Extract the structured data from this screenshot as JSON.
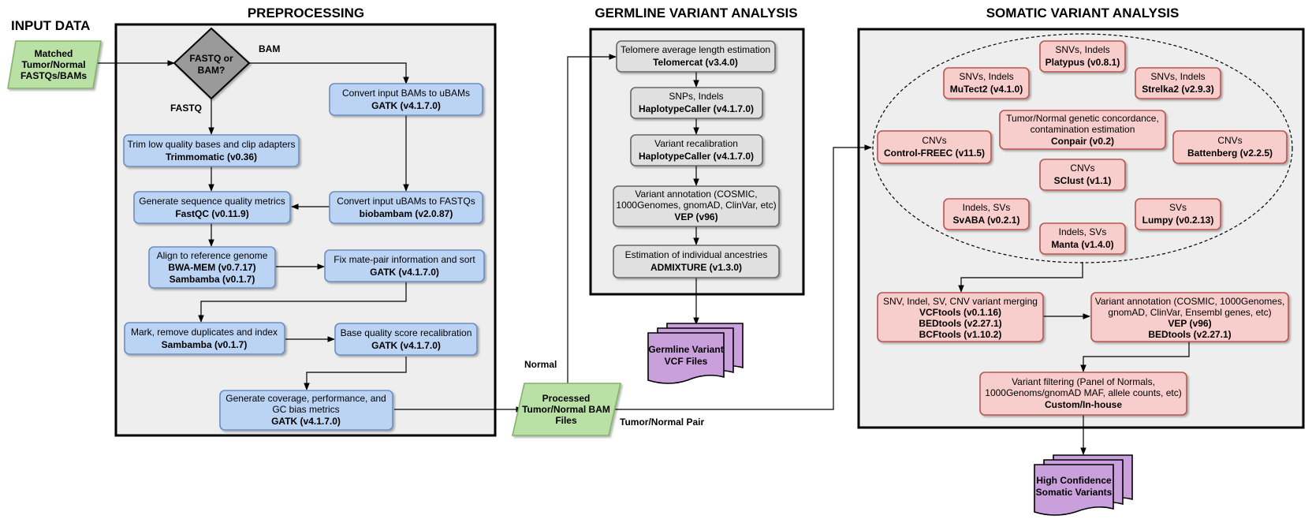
{
  "sections": {
    "input": "INPUT DATA",
    "preprocessing": "PREPROCESSING",
    "germline": "GERMLINE VARIANT ANALYSIS",
    "somatic": "SOMATIC VARIANT ANALYSIS"
  },
  "input_node": {
    "lines": [
      "Matched",
      "Tumor/Normal",
      "FASTQs/BAMs"
    ]
  },
  "decision": {
    "lines": [
      "FASTQ or",
      "BAM?"
    ],
    "bam_label": "BAM",
    "fastq_label": "FASTQ"
  },
  "preprocessing": {
    "convert_ubam": {
      "desc": "Convert input BAMs to uBAMs",
      "tool": "GATK (v4.1.7.0)"
    },
    "trim": {
      "desc": "Trim low quality bases and clip adapters",
      "tool": "Trimmomatic (v0.36)"
    },
    "convert_fastq": {
      "desc": "Convert input uBAMs to FASTQs",
      "tool": "biobambam (v2.0.87)"
    },
    "qc": {
      "desc": "Generate sequence quality metrics",
      "tool": "FastQC (v0.11.9)"
    },
    "align": {
      "desc": "Align to reference genome",
      "tool1": "BWA-MEM (v0.7.17)",
      "tool2": "Sambamba (v0.1.7)"
    },
    "matepair": {
      "desc": "Fix mate-pair information and sort",
      "tool": "GATK (v4.1.7.0)"
    },
    "markdup": {
      "desc": "Mark, remove duplicates and index",
      "tool": "Sambamba (v0.1.7)"
    },
    "bqsr": {
      "desc": "Base quality score recalibration",
      "tool": "GATK (v4.1.7.0)"
    },
    "coverage": {
      "desc1": "Generate coverage, performance, and",
      "desc2": "GC bias metrics",
      "tool": "GATK (v4.1.7.0)"
    }
  },
  "processed_node": {
    "lines": [
      "Processed",
      "Tumor/Normal BAM",
      "Files"
    ],
    "normal_label": "Normal",
    "pair_label": "Tumor/Normal Pair"
  },
  "germline": {
    "telomere": {
      "desc": "Telomere average length estimation",
      "tool": "Telomercat (v3.4.0)"
    },
    "haplotype": {
      "desc": "SNPs, Indels",
      "tool": "HaplotypeCaller (v4.1.7.0)"
    },
    "recal": {
      "desc": "Variant recalibration",
      "tool": "HaplotypeCaller (v4.1.7.0)"
    },
    "annot": {
      "desc1": "Variant annotation (COSMIC,",
      "desc2": "1000Genomes, gnomAD, ClinVar, etc)",
      "tool": "VEP (v96)"
    },
    "ancestry": {
      "desc": "Estimation of individual ancestries",
      "tool": "ADMIXTURE (v1.3.0)"
    },
    "output": {
      "lines": [
        "Germline Variant",
        "VCF Files"
      ]
    }
  },
  "somatic": {
    "platypus": {
      "desc": "SNVs, Indels",
      "tool": "Platypus (v0.8.1)"
    },
    "mutect": {
      "desc": "SNVs, Indels",
      "tool": "MuTect2 (v4.1.0)"
    },
    "strelka": {
      "desc": "SNVs, Indels",
      "tool": "Strelka2 (v2.9.3)"
    },
    "conpair": {
      "desc1": "Tumor/Normal genetic concordance,",
      "desc2": "contamination estimation",
      "tool": "Conpair (v0.2)"
    },
    "freec": {
      "desc": "CNVs",
      "tool": "Control-FREEC (v11.5)"
    },
    "battenberg": {
      "desc": "CNVs",
      "tool": "Battenberg (v2.2.5)"
    },
    "sclust": {
      "desc": "CNVs",
      "tool": "SClust (v1.1)"
    },
    "svaba": {
      "desc": "Indels, SVs",
      "tool": "SvABA (v0.2.1)"
    },
    "lumpy": {
      "desc": "SVs",
      "tool": "Lumpy (v0.2.13)"
    },
    "manta": {
      "desc": "Indels, SVs",
      "tool": "Manta (v1.4.0)"
    },
    "merge": {
      "desc": "SNV, Indel, SV, CNV variant merging",
      "tool1": "VCFtools (v0.1.16)",
      "tool2": "BEDtools (v2.27.1)",
      "tool3": "BCFtools (v1.10.2)"
    },
    "annot": {
      "desc1": "Variant annotation (COSMIC, 1000Genomes,",
      "desc2": "gnomAD, ClinVar, Ensembl genes, etc)",
      "tool1": "VEP (v96)",
      "tool2": "BEDtools (v2.27.1)"
    },
    "filter": {
      "desc1": "Variant filtering (Panel of Normals,",
      "desc2": "1000Genoms/gnomAD MAF, allele counts, etc)",
      "tool": "Custom/In-house"
    },
    "output": {
      "lines": [
        "High Confidence",
        "Somatic Variants"
      ]
    }
  }
}
